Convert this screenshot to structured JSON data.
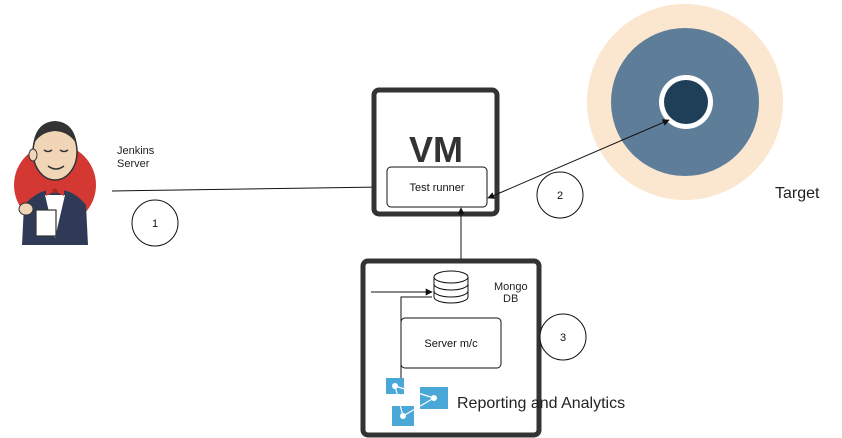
{
  "nodes": {
    "jenkins_label_line1": "Jenkins",
    "jenkins_label_line2": "Server",
    "vm_title": "VM",
    "test_runner": "Test runner",
    "mongo_line1": "Mongo",
    "mongo_line2": "DB",
    "server_mc": "Server m/c",
    "reporting": "Reporting and Analytics",
    "target": "Target"
  },
  "steps": {
    "step1": "1",
    "step2": "2",
    "step3": "3"
  },
  "icons": {
    "jenkins": "jenkins-butler-logo-icon",
    "database": "database-cylinder-icon",
    "analytics": "analytics-network-icon",
    "target": "target-bullseye-icon"
  },
  "colors": {
    "target_outer": "#fbe6cf",
    "target_mid": "#5d7d99",
    "target_inner": "#1f3e57",
    "analytics_blue": "#4aa8d8",
    "jenkins_red": "#d33833",
    "box_border": "#333333"
  }
}
